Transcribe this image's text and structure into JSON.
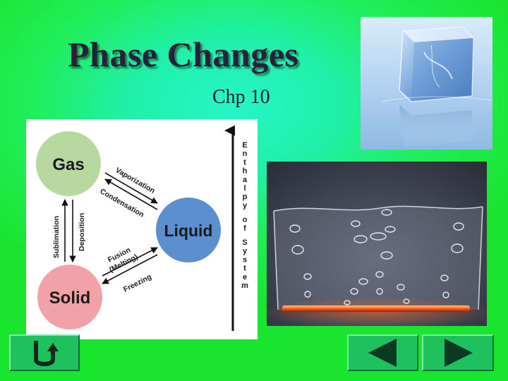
{
  "slide": {
    "title": "Phase Changes",
    "subtitle": "Chp 10"
  },
  "diagram": {
    "states": {
      "gas": "Gas",
      "liquid": "Liquid",
      "solid": "Solid"
    },
    "transitions": {
      "vaporization": "Vaporization",
      "condensation": "Condensation",
      "sublimation": "Sublimation",
      "deposition": "Deposition",
      "fusion": "Fusion",
      "melting": "(Melting)",
      "freezing": "Freezing"
    },
    "enthalpy_axis": {
      "line1": "Enthalpy",
      "line2": "of",
      "line3": "System"
    },
    "colors": {
      "gas": "#b7d9a0",
      "liquid": "#5b8fcf",
      "solid": "#f1a1a7"
    }
  },
  "photos": {
    "ice": "ice-cube-photo",
    "boiling": "boiling-water-photo"
  },
  "nav": {
    "return_icon": "return-arrow-icon",
    "prev_icon": "left-triangle-icon",
    "next_icon": "right-triangle-icon"
  },
  "theme": {
    "background": "#1fee5a",
    "button": "#1fc15f"
  }
}
